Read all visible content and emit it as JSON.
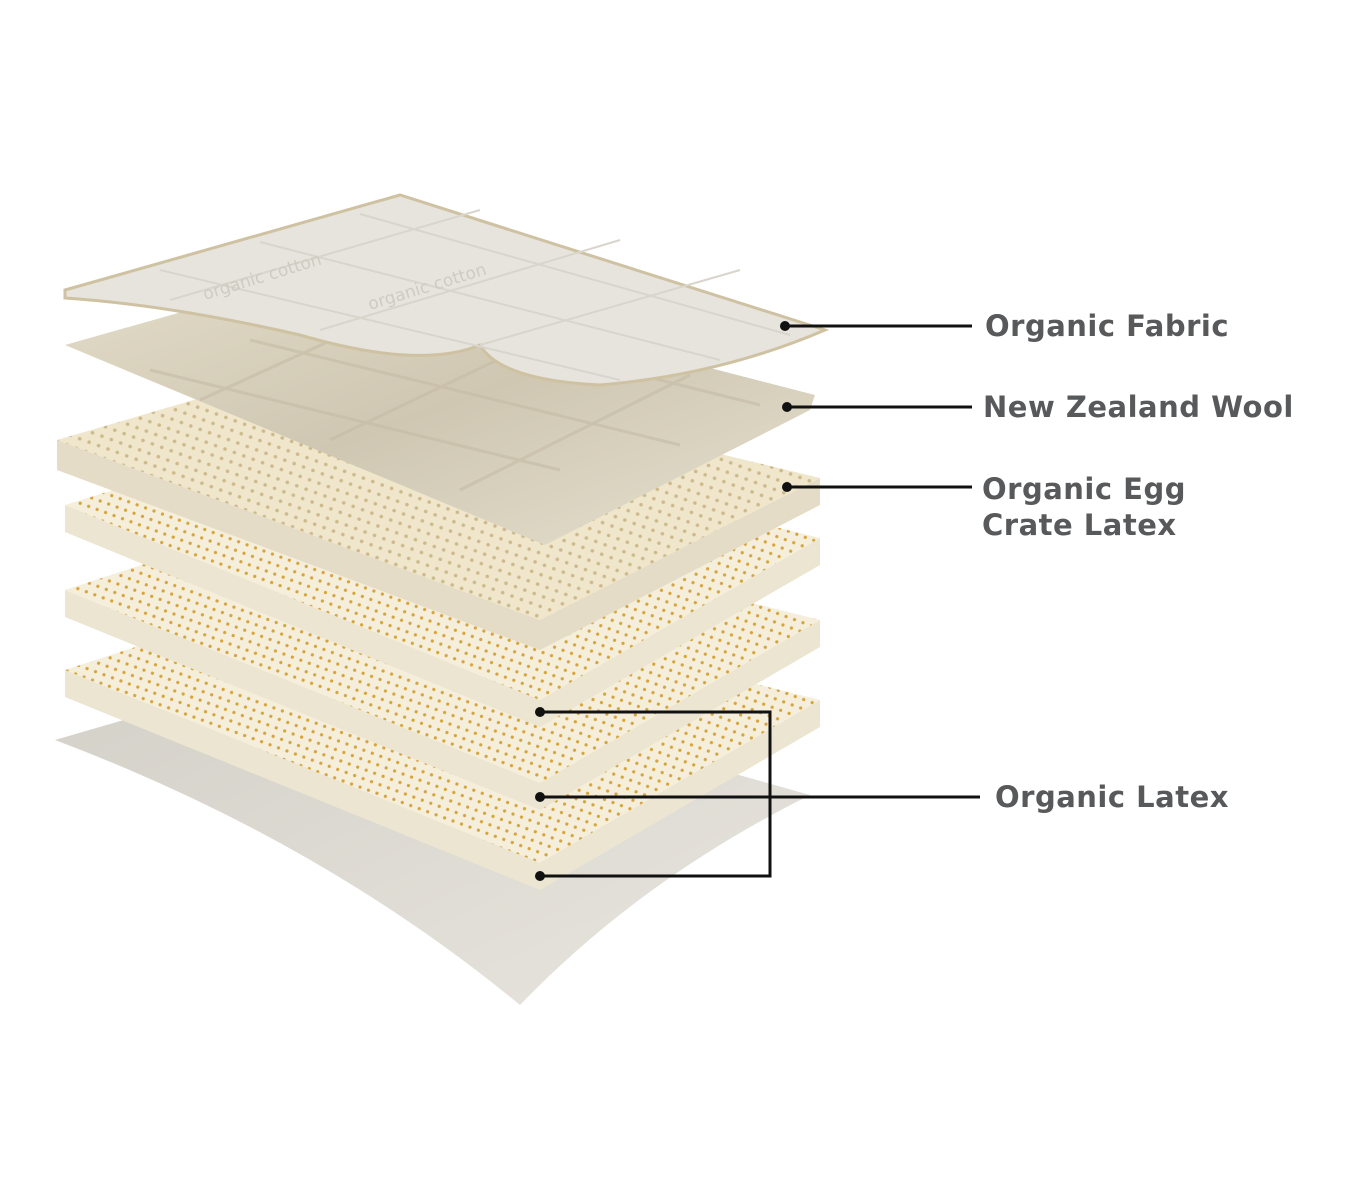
{
  "diagram": {
    "layers": [
      {
        "label": "Organic Fabric",
        "logo_text": "organic cotton"
      },
      {
        "label": "New Zealand Wool"
      },
      {
        "label_line1": "Organic Egg",
        "label_line2": "Crate Latex"
      },
      {
        "label": "Organic Latex",
        "count": 3
      }
    ],
    "colors": {
      "label_text": "#58595b",
      "leader_line": "#111111",
      "fabric": "#e6e4dc",
      "wool": "#dcd5c2",
      "latex_top": "#f4eedb",
      "latex_dots": "#d6a43c",
      "base": "#d9d6cf"
    }
  }
}
